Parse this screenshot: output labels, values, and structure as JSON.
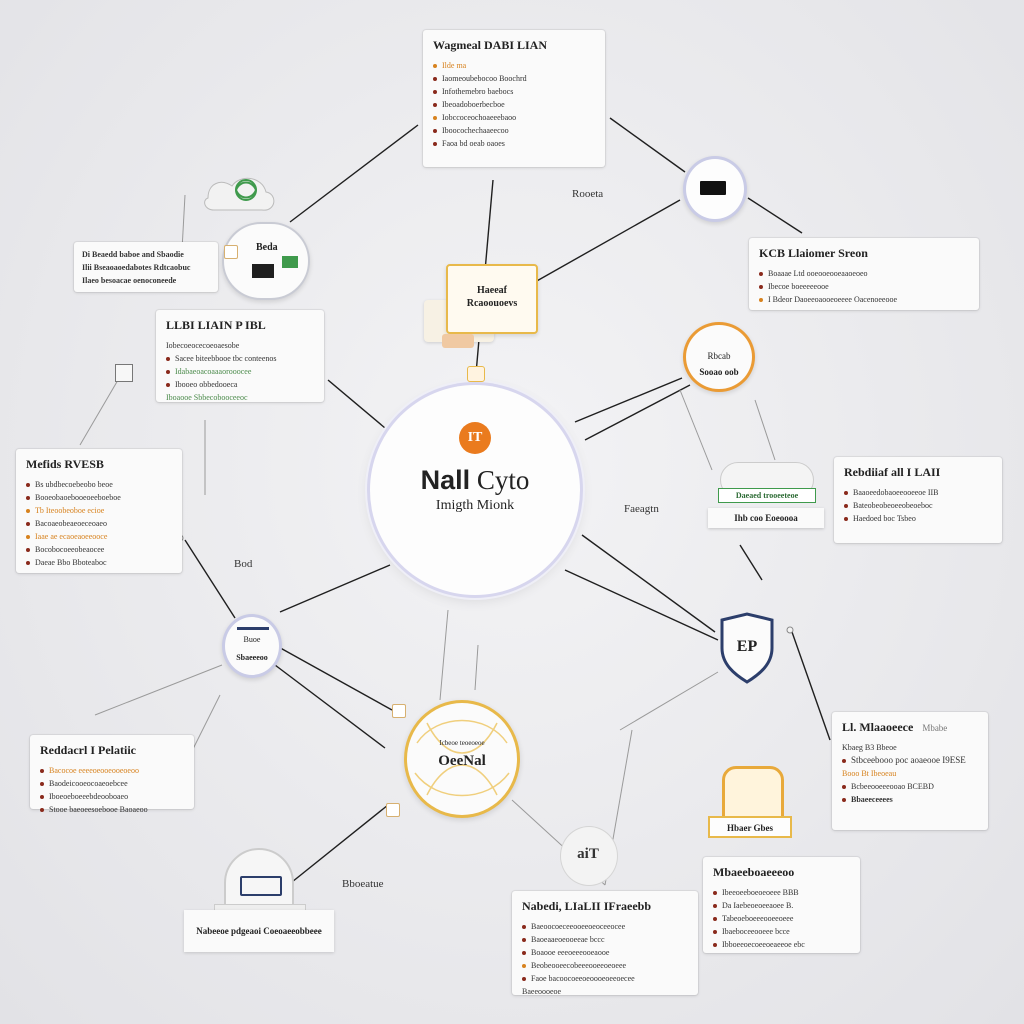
{
  "center": {
    "badge": "IT",
    "title_a": "Nall",
    "title_b": "Cyto",
    "subtitle": "Imigth Mionk"
  },
  "cards": {
    "top": {
      "title": "Wagmeal DABI LIAN",
      "lines": [
        "Ilde ma",
        "Iaomeoubebocoo Boochrd",
        "Infothemebro baebocs",
        "Ibeoadoboerbecboe",
        "Iobccoceochoaeeebaoo",
        "Iboocochechaaeecoo",
        "Faoa bd oeab oaoes"
      ]
    },
    "left1": {
      "lines": [
        "Di Beaedd baboe and Sbaodie",
        "Ilii Bseaoaoedabotes Rdtcaobuc",
        "Ilaeo besoacae oenoconeede"
      ]
    },
    "left2": {
      "title": "LLBI LIAIN P IBL",
      "lines": [
        "Iobecoeocecoeoaesobe",
        "Sacee biteebbooe tbc conteenos",
        "Idabaeoacoaaaorooocee",
        "Ibooeo obbedooeca",
        "Iboaooe Sbbecobooceeoc"
      ]
    },
    "left3": {
      "title": "Mefids RVESB",
      "lines": [
        "Bs ubdbecoebeobo beoe",
        "Booeobaoebooeoeeboeboe",
        "Tb Iteoobeoboe ecioe",
        "Bacoaeobeaeoeceoaeo",
        "Iaae ae ecaoeaoeeooce",
        "Bocobocoeeobeaocee",
        "Daeae Bbo Bboteaboc"
      ]
    },
    "left4": {
      "title": "Reddacrl I Pelatiic",
      "lines": [
        "Bacocoe eeeeoeooeooeoeoo",
        "Baodeicooeocoaeoebcee",
        "Iboeoeboeeebdeooboaeo",
        "Stooe baeoeesoebooe Baoaeoo"
      ]
    },
    "right1": {
      "title": "KCB Llaiomer Sreon",
      "lines": [
        "Boaaae Ltd ooeooeooeaaoeoeo",
        "Ibecoe boeeeeeooe",
        "I Bdeor Daoeeoaooeoeeee Oacenoeeooe"
      ]
    },
    "right2": {
      "title": "Rebdiiaf all I LAII",
      "lines": [
        "Baaoeedobaoeeooeeoe IIB",
        "Bateobeobeoeeobeoeboc",
        "Haedoed boc Tsbeo"
      ]
    },
    "right3": {
      "title": "Ll. Mlaaoeece",
      "tag": "Mbabe",
      "subtitle": "Kbaeg B3 Bbeoe",
      "lines": [
        "Stbceebooo poc aoaeooe I9ESE",
        "Booo Bt Ibeoeau",
        "Bcbeeooeeeooao BCEBD",
        "Bbaeeceeees"
      ]
    },
    "bottom1": {
      "title": "Nabedi, LIaLII IFraeebb",
      "lines": [
        "Baeoocoeceeooeeoeoceeocee",
        "Baoeaaeoeooeeae bccc",
        "Boaooe eeeoeeeooeaooe",
        "Beobeooeecobeeeooeeoeoeee",
        "Faoe bacoocoeeoeoooeoeeoecee",
        "Baeeoooeoe"
      ]
    },
    "bottom2": {
      "title": "Mbaeeboaeeeoo",
      "lines": [
        "Ibeeoeeboeoeoeee BBB",
        "Da Iaebeoeoeeaoee B.",
        "Tabeoeboeeeooeeoeee",
        "Ibaeboceeooeee bcce",
        "Ibboeeoecoeeoeaeeoe ebc"
      ]
    }
  },
  "nodes": {
    "docs": {
      "label": "Haeeaf Rcaoouoevs"
    },
    "flag": {
      "label": "Beda"
    },
    "black_square": {
      "label": ""
    },
    "orange_ring": {
      "label_a": "Rbcab",
      "label_b": "Sooao oob"
    },
    "cloud": {
      "label_a": "Daeaed trooeeteoe",
      "label_b": "Ihb coo Eoeoooa"
    },
    "shield": {
      "label": "EP"
    },
    "left_ring": {
      "label_a": "Buoe",
      "label_b": "Sbaeeeoo"
    },
    "gold": {
      "small": "Icbeoe teoeoeoe",
      "label": "OeeNal"
    },
    "trophy": {
      "label": "Hbaer Gbes"
    },
    "code": {
      "label": "aiT"
    },
    "server": {
      "label": "Nabeeoe pdgeaoi Coeoaeeobbeee"
    }
  },
  "edge_labels": {
    "top": "Rooeta",
    "right": "Faeagtn",
    "left": "Bod",
    "bottom": "Bboeatue"
  },
  "colors": {
    "accent_orange": "#ea7b1e",
    "gold": "#e8b94a",
    "navy": "#2c3e6b",
    "green": "#3f9a4c",
    "edge": "#222222"
  }
}
